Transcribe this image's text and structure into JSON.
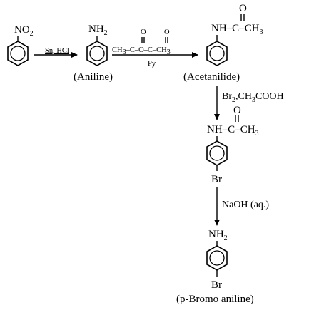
{
  "compounds": {
    "nitrobenzene": {
      "group_main": "NO",
      "group_sub": "2"
    },
    "aniline": {
      "group_main": "NH",
      "group_sub": "2",
      "caption": "(Aniline)"
    },
    "acetanilide": {
      "group_left": "NH",
      "dash": "–",
      "carbon": "C",
      "methyl": "–CH",
      "methyl_sub": "3",
      "oxygen": "O",
      "caption": "(Acetanilide)"
    },
    "bromoacetanilide": {
      "group_left": "NH",
      "dash": "–",
      "carbon": "C",
      "methyl": "–CH",
      "methyl_sub": "3",
      "oxygen": "O",
      "para": "Br"
    },
    "bromoaniline": {
      "group_main": "NH",
      "group_sub": "2",
      "para": "Br",
      "caption": "(p-Bromo aniline)"
    }
  },
  "reagents": {
    "step1": "Sn, HCl",
    "step2_formula": {
      "part1": "CH",
      "sub1": "3",
      "part2": "–C–O–C–CH",
      "sub2": "3",
      "oxygen": "O"
    },
    "step2_below": "Py",
    "step3": {
      "part1": "Br",
      "sub1": "2",
      "part2": ",CH",
      "sub2": "3",
      "part3": "COOH"
    },
    "step4": "NaOH (aq.)"
  }
}
